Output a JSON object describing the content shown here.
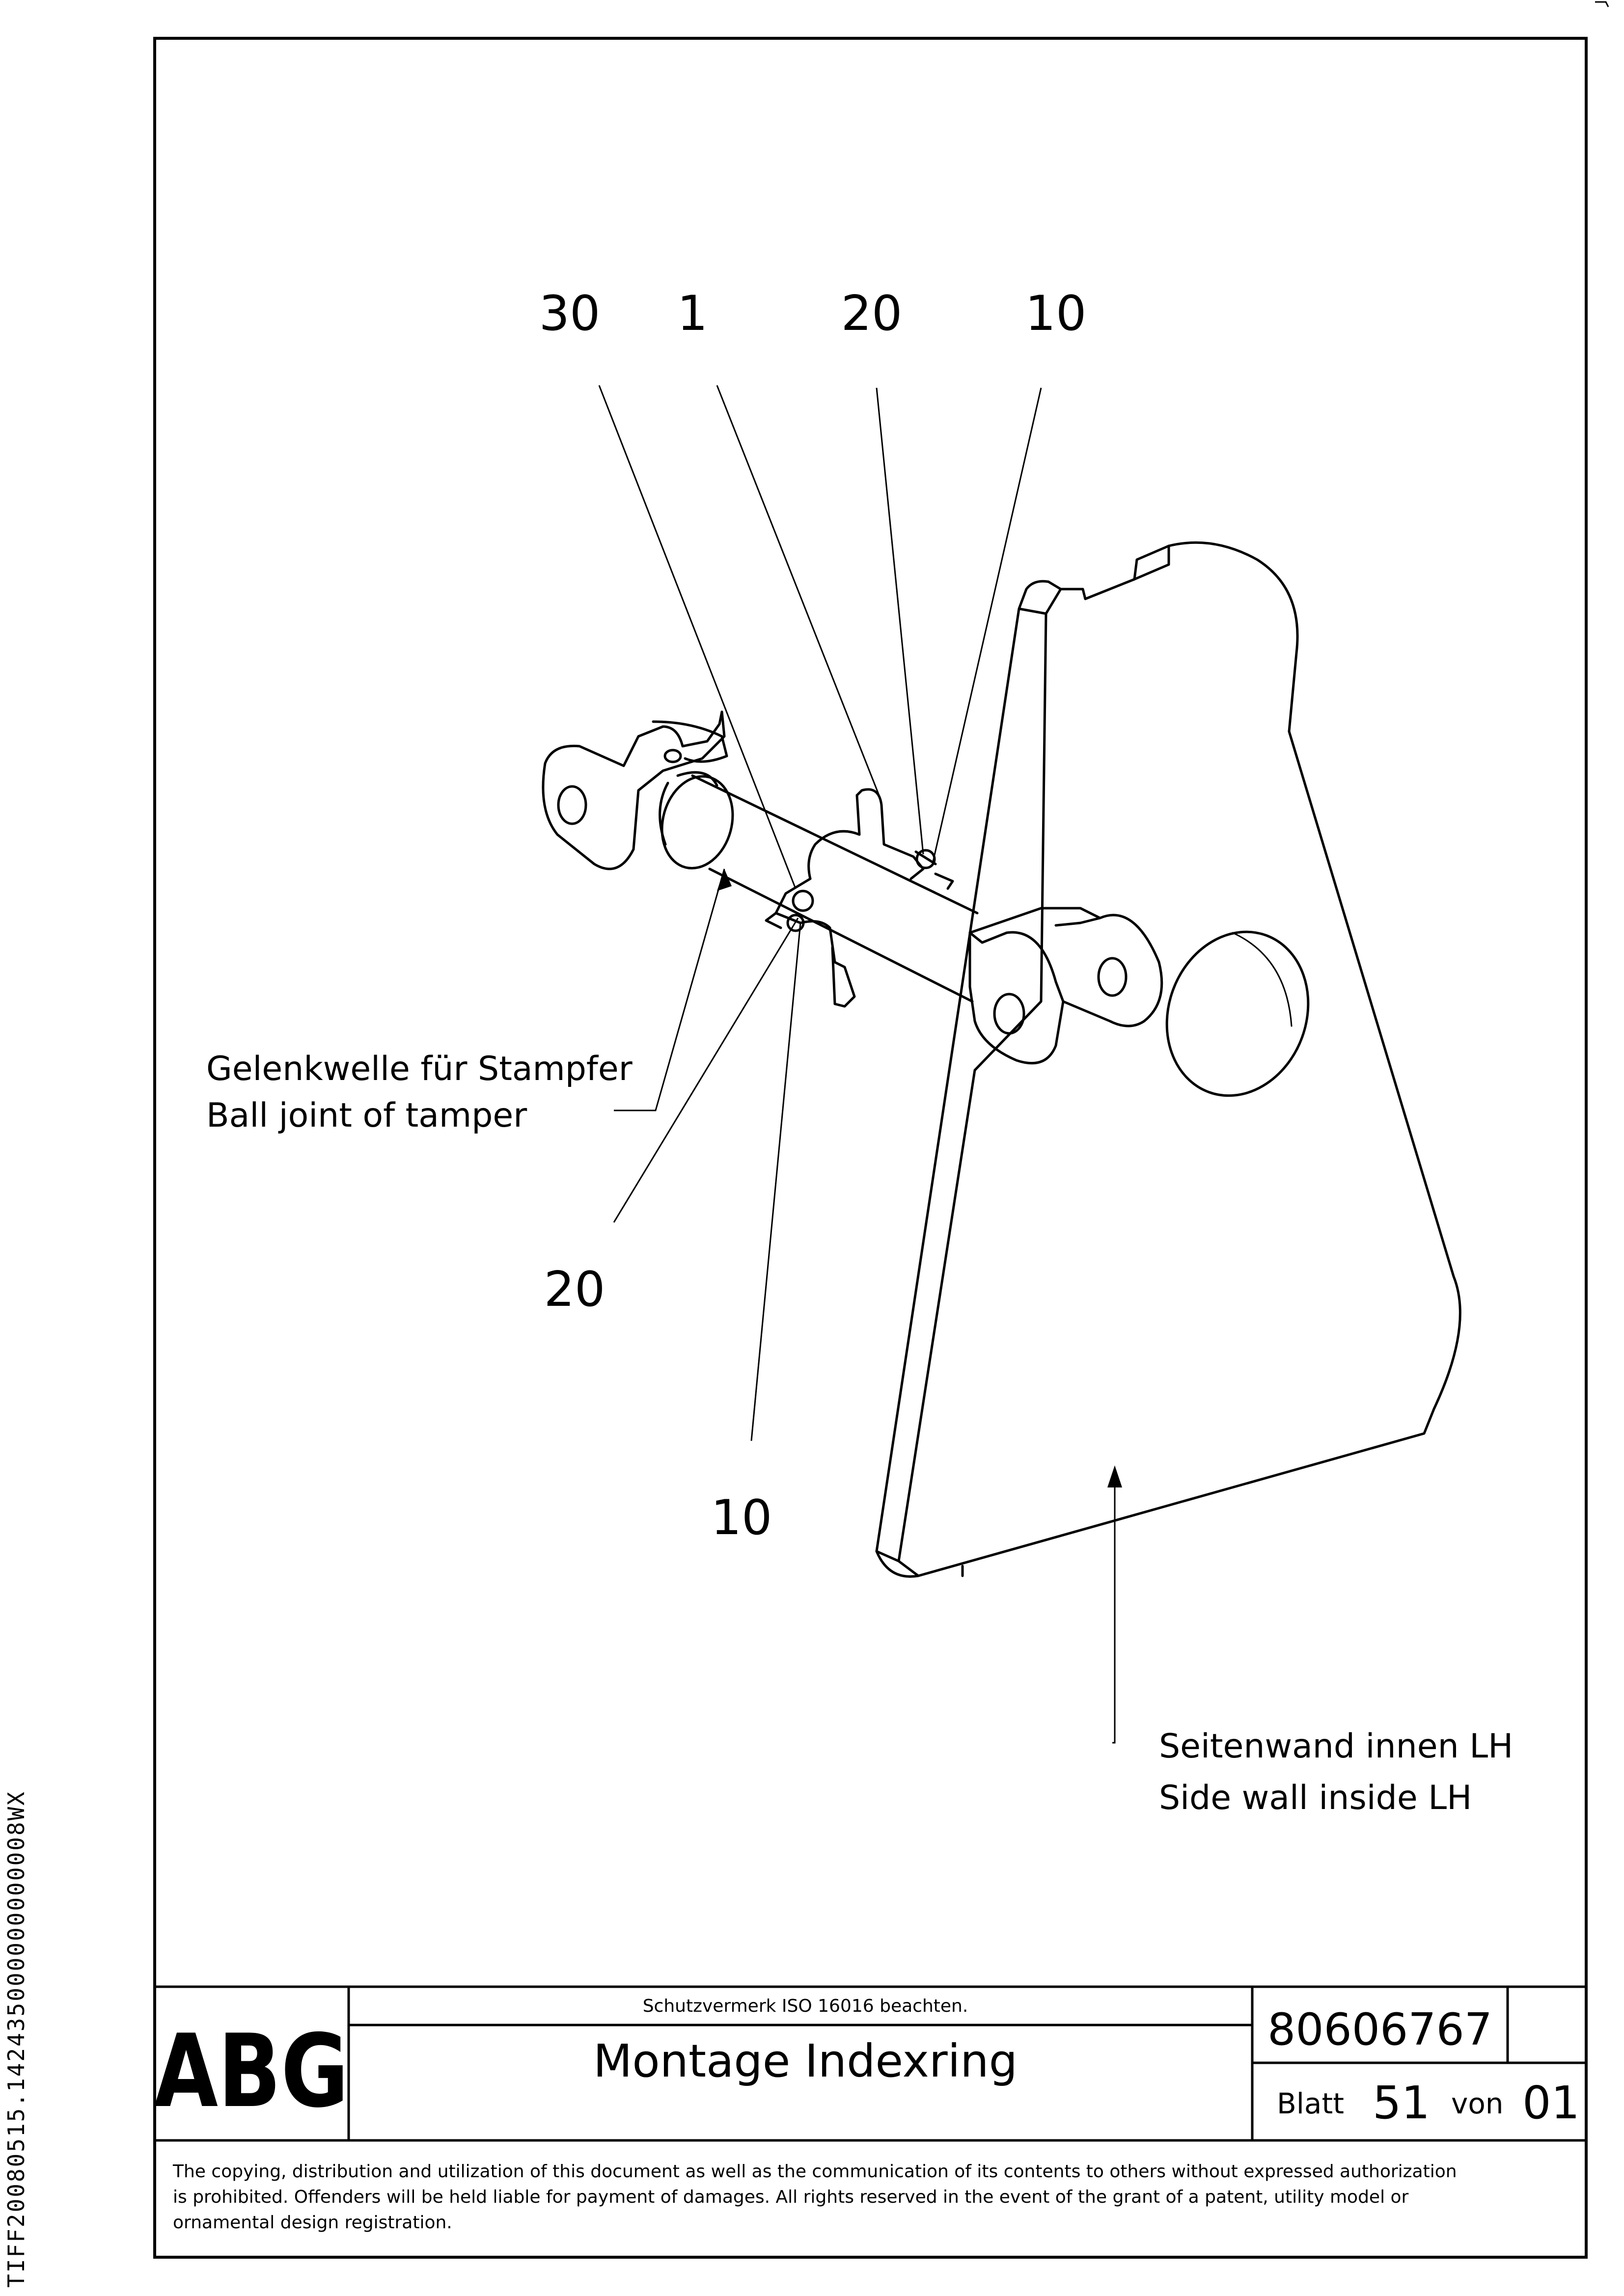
{
  "side_id": "TIFF20080515.142435000000000008WX",
  "callouts": {
    "top": [
      "30",
      "1",
      "20",
      "10"
    ],
    "left_20": "20",
    "bottom_10": "10"
  },
  "labels": {
    "shaft_de": "Gelenkwelle für Stampfer",
    "shaft_en": "Ball joint of tamper",
    "wall_de": "Seitenwand innen LH",
    "wall_en": "Side wall inside LH"
  },
  "title_block": {
    "logo": "ABG",
    "protection_note": "Schutzvermerk ISO 16016 beachten.",
    "title": "Montage Indexring",
    "drawing_number": "80606767",
    "sheet_label": "Blatt",
    "sheet_number": "51",
    "of_label": "von",
    "of_number": "01"
  },
  "copyright": [
    "The copying, distribution and utilization of this document as well as the communication of its contents to others without expressed authorization",
    "is prohibited. Offenders will be held liable for payment of damages. All rights reserved in the event of the grant of a patent, utility model or",
    "ornamental design registration."
  ]
}
